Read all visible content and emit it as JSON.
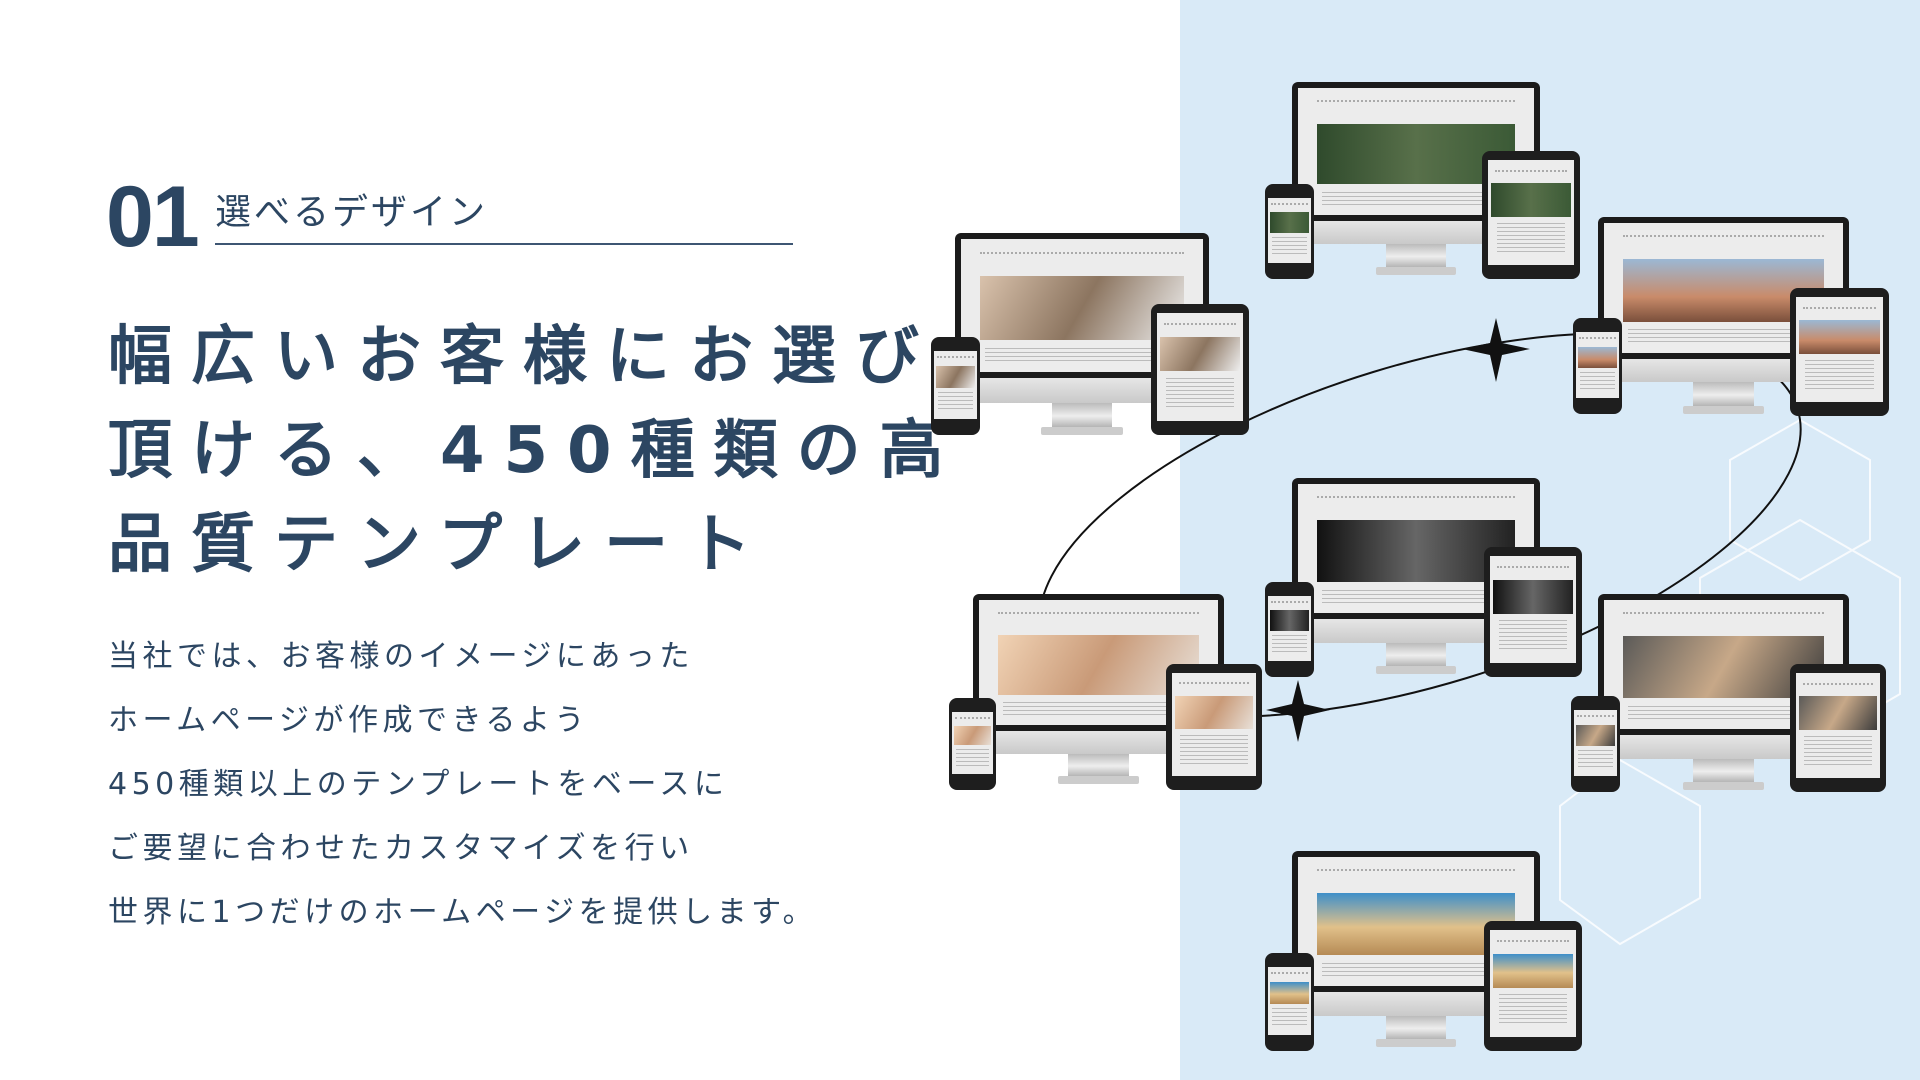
{
  "section": {
    "number": "01",
    "subtitle": "選べるデザイン"
  },
  "headline": {
    "lines": [
      "幅広いお客様にお選び",
      "頂ける、450種類の高",
      "品質テンプレート"
    ]
  },
  "body": {
    "lines": [
      "当社では、お客様のイメージにあった",
      "ホームページが作成できるよう",
      "450種類以上のテンプレートをベースに",
      "ご要望に合わせたカスタマイズを行い",
      "世界に1つだけのホームページを提供します。"
    ]
  },
  "colors": {
    "text": "#2c4662",
    "panel": "#d9eaf7"
  },
  "illustration": {
    "icons": [
      "monitor-icon",
      "tablet-icon",
      "smartphone-icon",
      "sparkle-star-icon",
      "hexagon-pattern"
    ]
  }
}
